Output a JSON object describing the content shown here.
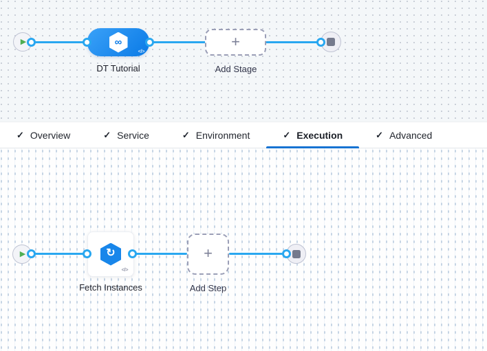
{
  "icons": {
    "check": "✓",
    "play": "▶",
    "infinity": "∞",
    "refresh_arrow": "↻",
    "code": "</>",
    "plus": "+"
  },
  "colors": {
    "connector": "#29a7f0",
    "stage_blue_from": "#3aa1f8",
    "stage_blue_to": "#0a7ae6",
    "step_icon_blue": "#1886ea",
    "active_tab_underline": "#1673d2",
    "play_green": "#4fae53",
    "node_square_gray": "#757a8d"
  },
  "stage_graph": {
    "stage_label": "DT Tutorial",
    "add_stage_label": "Add Stage"
  },
  "tabs": {
    "items": [
      {
        "label": "Overview",
        "checked": true,
        "active": false
      },
      {
        "label": "Service",
        "checked": true,
        "active": false
      },
      {
        "label": "Environment",
        "checked": true,
        "active": false
      },
      {
        "label": "Execution",
        "checked": true,
        "active": true
      },
      {
        "label": "Advanced",
        "checked": true,
        "active": false
      }
    ]
  },
  "execution_graph": {
    "step_label": "Fetch Instances",
    "add_step_label": "Add Step"
  }
}
